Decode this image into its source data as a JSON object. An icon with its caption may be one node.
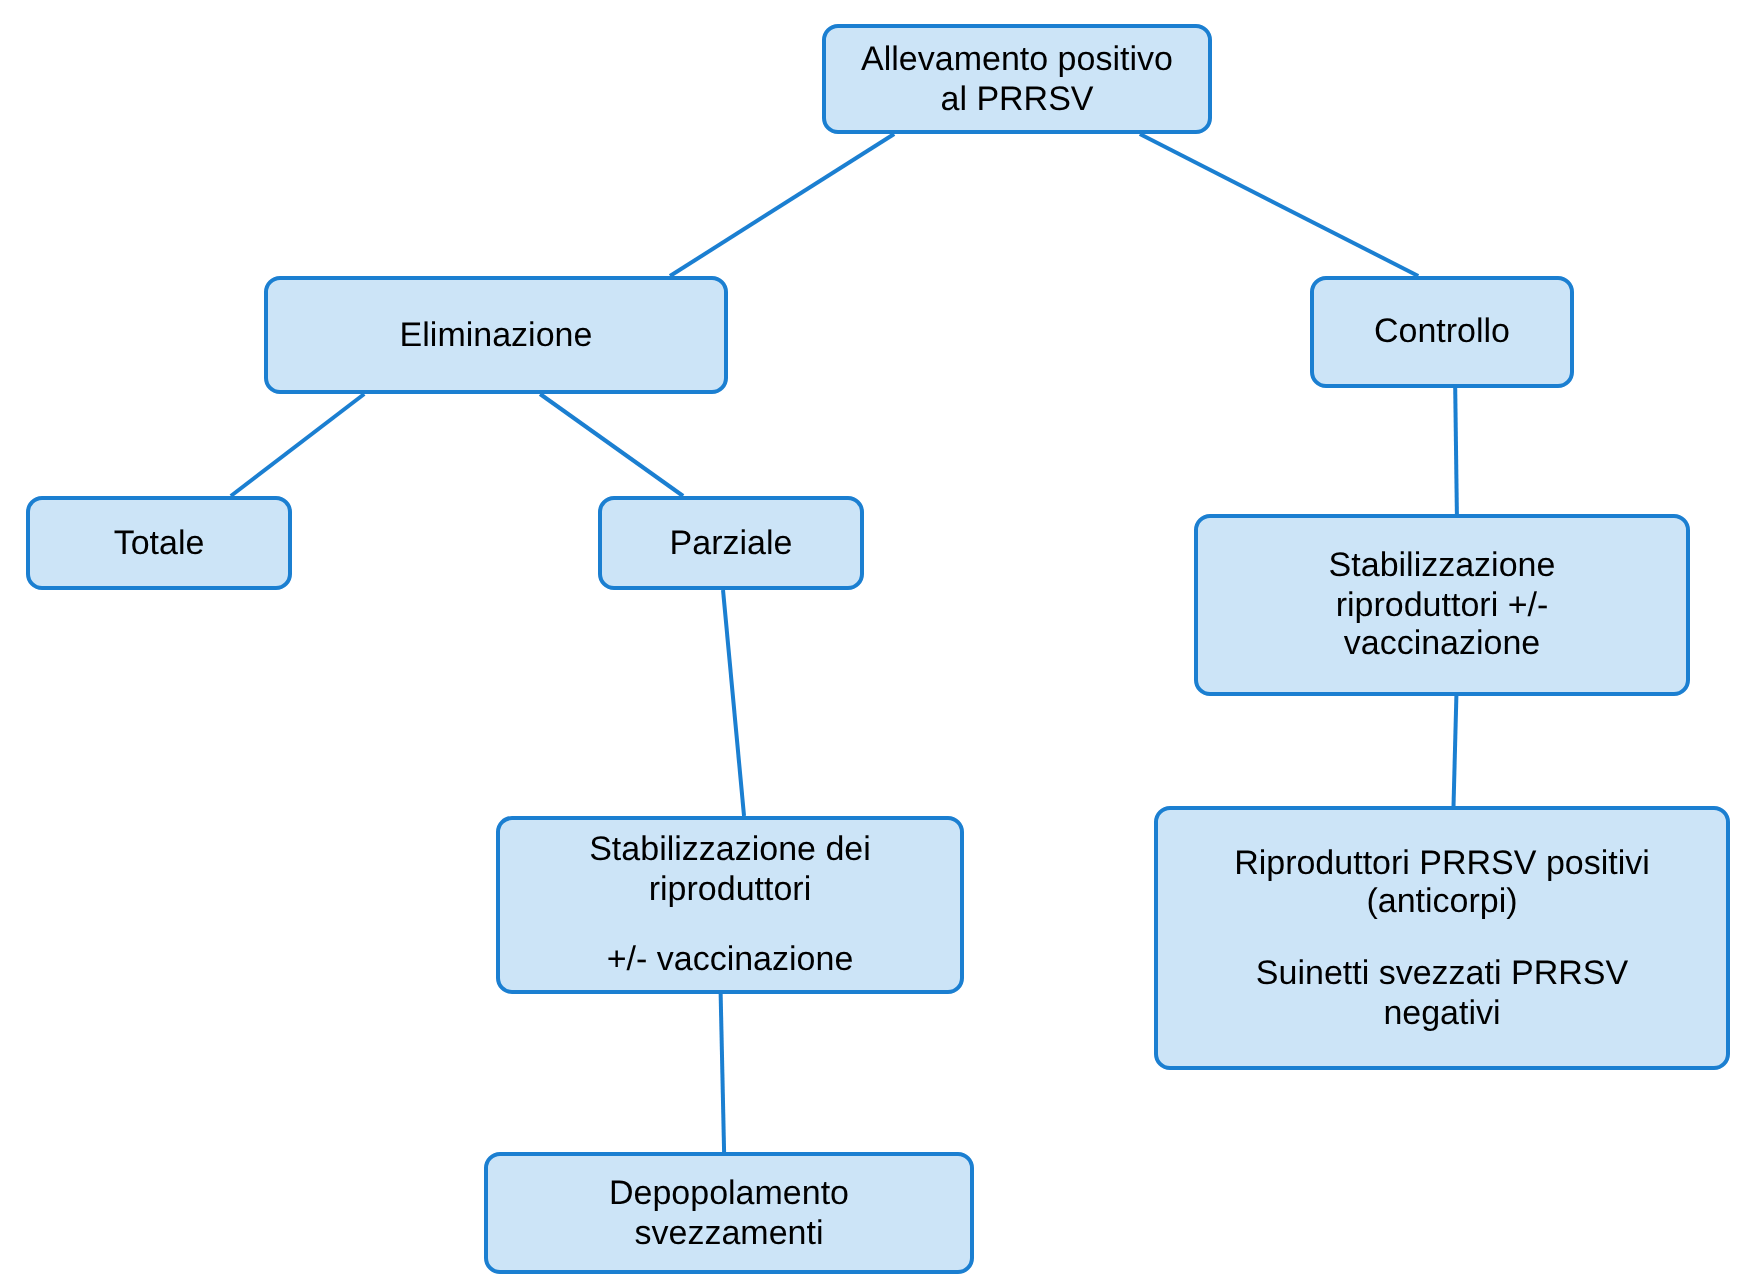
{
  "diagram": {
    "nodes": [
      {
        "text": [
          "Allevamento positivo al PRRSV"
        ]
      },
      {
        "text": [
          "Eliminazione"
        ]
      },
      {
        "text": [
          "Controllo"
        ]
      },
      {
        "text": [
          "Totale"
        ]
      },
      {
        "text": [
          "Parziale"
        ]
      },
      {
        "text": [
          "Stabilizzazione riproduttori +/- vaccinazione"
        ]
      },
      {
        "text": [
          "Stabilizzazione dei riproduttori",
          "+/- vaccinazione"
        ]
      },
      {
        "text": [
          "Riproduttori PRRSV positivi (anticorpi)",
          "Suinetti svezzati PRRSV negativi"
        ]
      },
      {
        "text": [
          "Depopolamento svezzamenti"
        ]
      }
    ],
    "edges": [
      {
        "from": 0,
        "to": 1,
        "arrow": "none"
      },
      {
        "from": 0,
        "to": 2,
        "arrow": "none"
      },
      {
        "from": 1,
        "to": 3,
        "arrow": "none"
      },
      {
        "from": 1,
        "to": 4,
        "arrow": "none"
      },
      {
        "from": 4,
        "to": 6,
        "arrow": "none"
      },
      {
        "from": 6,
        "to": 8,
        "arrow": "none"
      },
      {
        "from": 2,
        "to": 5,
        "arrow": "none"
      },
      {
        "from": 5,
        "to": 7,
        "arrow": "none"
      }
    ]
  }
}
